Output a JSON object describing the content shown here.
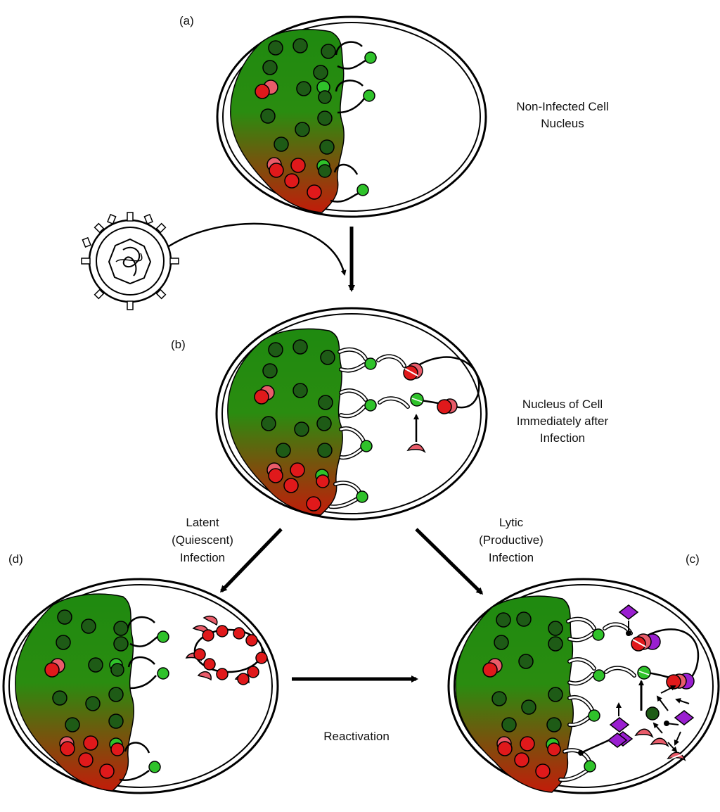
{
  "panels": {
    "a": {
      "tag": "(a)",
      "caption": [
        "Non-Infected Cell",
        "Nucleus"
      ]
    },
    "b": {
      "tag": "(b)",
      "caption": [
        "Nucleus of Cell",
        "Immediately after",
        "Infection"
      ]
    },
    "c": {
      "tag": "(c)"
    },
    "d": {
      "tag": "(d)"
    }
  },
  "pathways": {
    "latent": [
      "Latent",
      "(Quiescent)",
      "Infection"
    ],
    "lytic": [
      "Lytic",
      "(Productive)",
      "Infection"
    ],
    "reactivation": "Reactivation"
  },
  "colors": {
    "chromatin_top": "#1f8a10",
    "chromatin_bottom": "#c21c0a",
    "dark_nucleosome": "#1e5b16",
    "bright_nucleosome": "#2fc22a",
    "red_nucleosome": "#e0191b",
    "pink_protein": "#e95c6a",
    "purple_factor": "#9a1fd0",
    "outline": "#000000"
  }
}
